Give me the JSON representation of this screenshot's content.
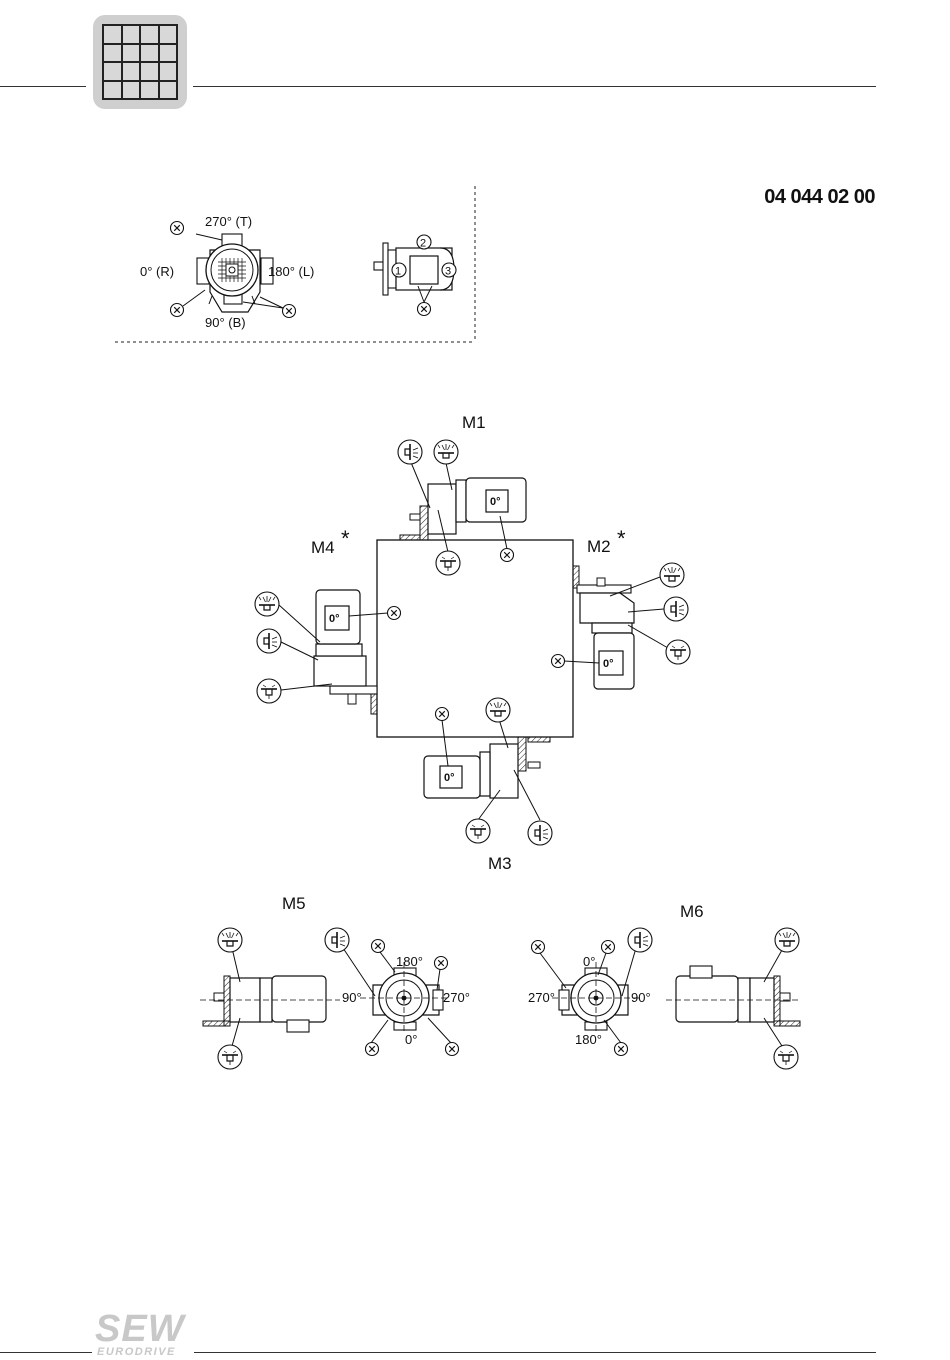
{
  "header": {
    "doc_code": "04 044 02 00"
  },
  "legend": {
    "positions": [
      "270° (T)",
      "0° (R)",
      "180° (L)",
      "90° (B)"
    ],
    "breather_marker": "X",
    "numbers": [
      "1",
      "2",
      "3"
    ]
  },
  "mounting": {
    "m1": {
      "label": "M1",
      "angle": "0°"
    },
    "m2": {
      "label": "M2",
      "star": "*",
      "angle": "0°"
    },
    "m3": {
      "label": "M3",
      "angle": "0°"
    },
    "m4": {
      "label": "M4",
      "star": "*",
      "angle": "0°"
    },
    "m5": {
      "label": "M5",
      "top": "180°",
      "left": "90°",
      "right": "270°",
      "bottom": "0°"
    },
    "m6": {
      "label": "M6",
      "top": "0°",
      "left": "270°",
      "right": "90°",
      "bottom": "180°"
    }
  },
  "footer": {
    "logo_main": "SEW",
    "logo_sub": "EURODRIVE"
  }
}
